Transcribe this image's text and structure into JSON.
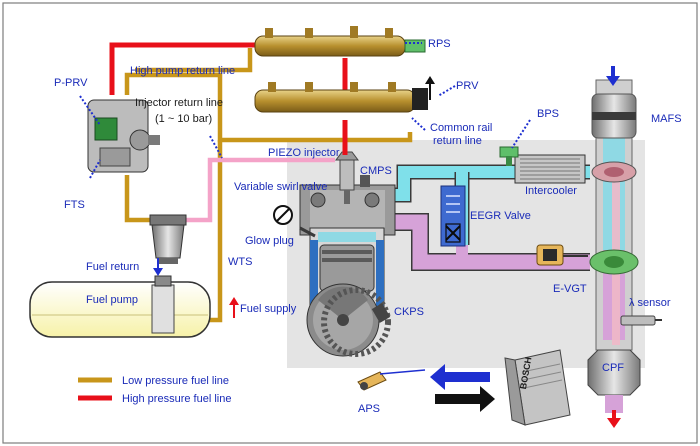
{
  "colors": {
    "label": "#1a2bb8",
    "high_pressure": "#e8101a",
    "low_pressure": "#c8961a",
    "return_line": "#f4a3c8",
    "intake_air": "#7fe0ea",
    "exhaust": "#d6a2d8",
    "arrow_blue": "#1e2fd0",
    "arrow_red": "#e8101a"
  },
  "labels": {
    "rps": "RPS",
    "prv": "PRV",
    "p_prv": "P-PRV",
    "fts": "FTS",
    "high_pump_return_line": "High pump return line",
    "injector_return_line": "Injector return line",
    "injector_return_pressure": "(1 ~ 10 bar)",
    "common_rail_return_line": [
      "Common rail",
      "return line"
    ],
    "bps": "BPS",
    "mafs": "MAFS",
    "piezo_injector": "PIEZO injector",
    "cmps": "CMPS",
    "variable_swirl_valve": "Variable swirl valve",
    "glow_plug": "Glow plug",
    "intercooler": "Intercooler",
    "eegr_valve": "EEGR Valve",
    "e_vgt": "E-VGT",
    "fuel_return": "Fuel return",
    "fuel_pump": "Fuel pump",
    "wts": "WTS",
    "fuel_supply": "Fuel supply",
    "ckps": "CKPS",
    "lambda_sensor": "λ sensor",
    "cpf": "CPF",
    "aps": "APS",
    "ecu_brand": "BOSCH"
  },
  "legend": [
    {
      "label": "Low pressure fuel line",
      "color": "#c8961a"
    },
    {
      "label": "High pressure fuel line",
      "color": "#e8101a"
    }
  ]
}
